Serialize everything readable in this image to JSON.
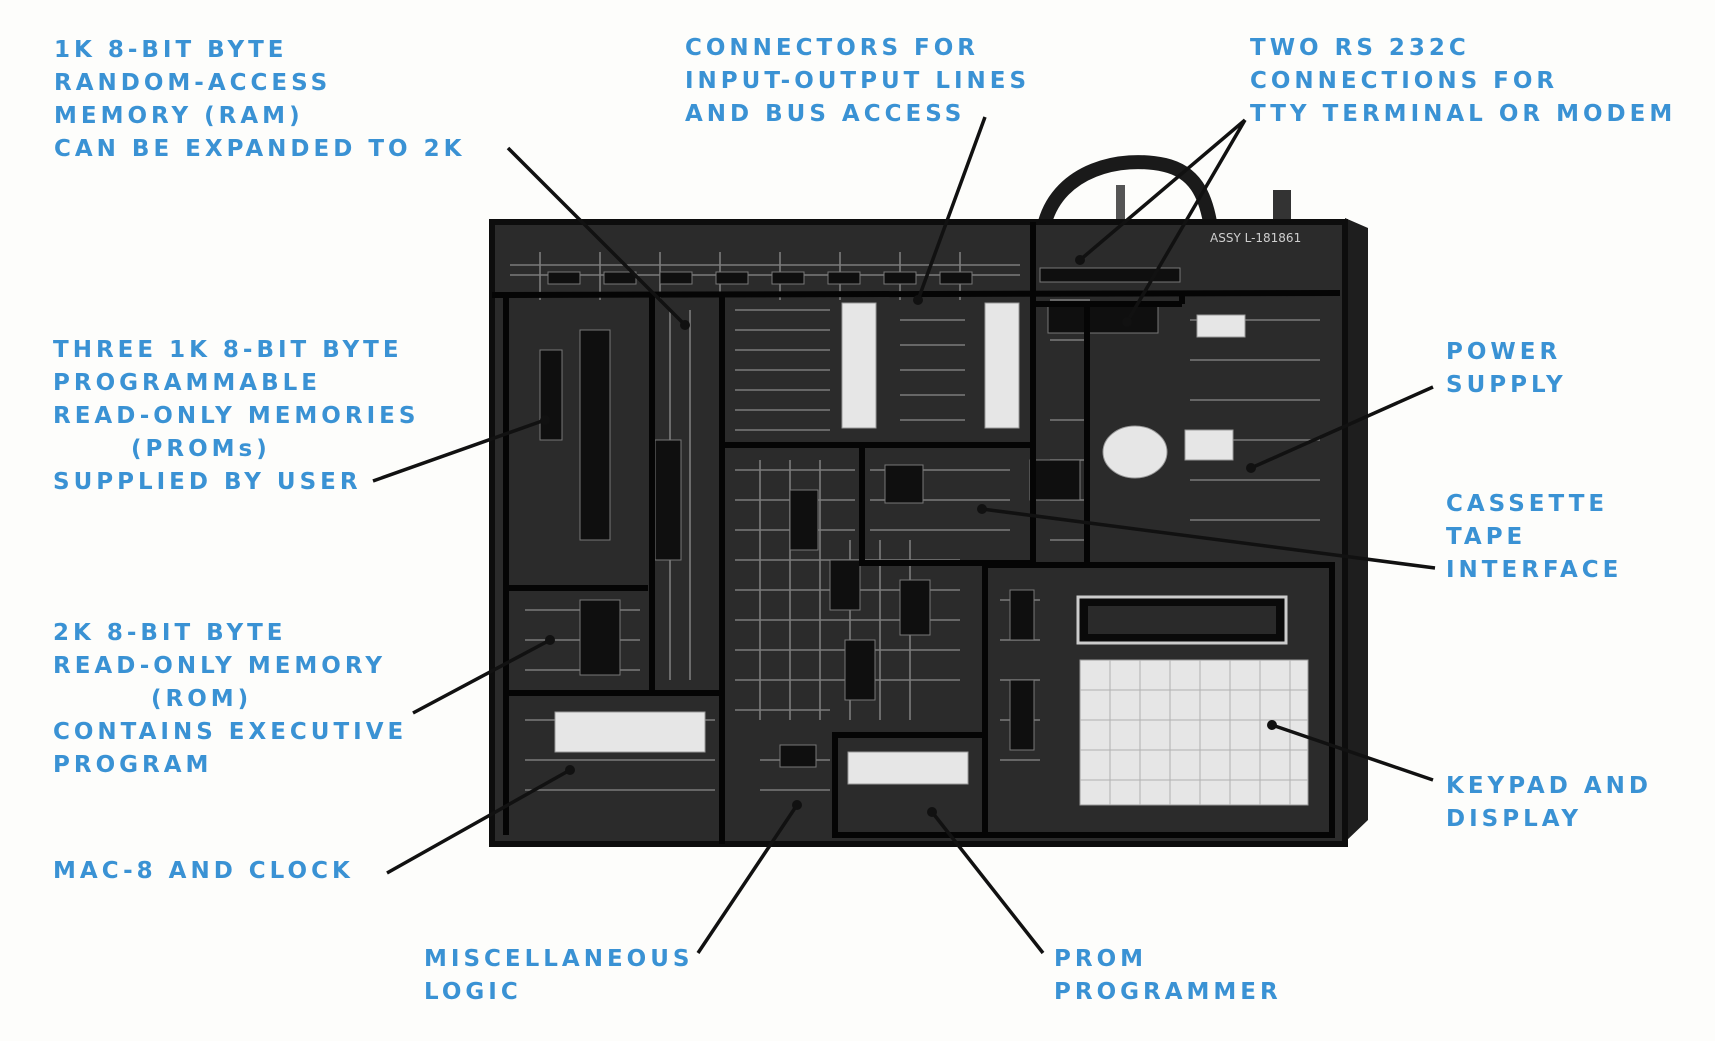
{
  "colors": {
    "label": "#3a92d4",
    "board": "#2b2b2b",
    "frame": "#0d0d0d",
    "leader": "#111111",
    "trace": "#8a8a8a",
    "chip": "#0f0f0f",
    "light": "#e6e6e6"
  },
  "board_marking": "ASSY L-181861",
  "labels": {
    "ram": [
      "1K 8-BIT BYTE",
      "RANDOM-ACCESS",
      "MEMORY (RAM)",
      "CAN BE EXPANDED TO 2K"
    ],
    "connectors": [
      "CONNECTORS FOR",
      "INPUT-OUTPUT LINES",
      "AND BUS ACCESS"
    ],
    "rs232": [
      "TWO RS 232C",
      "CONNECTIONS FOR",
      "TTY TERMINAL OR MODEM"
    ],
    "proms": [
      "THREE 1K 8-BIT BYTE",
      "PROGRAMMABLE",
      "READ-ONLY MEMORIES",
      "(PROMs)",
      "SUPPLIED BY USER"
    ],
    "rom": [
      "2K 8-BIT BYTE",
      "READ-ONLY MEMORY",
      "(ROM)",
      "CONTAINS EXECUTIVE",
      "PROGRAM"
    ],
    "mac8": [
      "MAC-8 AND CLOCK"
    ],
    "misc": [
      "MISCELLANEOUS",
      "LOGIC"
    ],
    "programmer": [
      "PROM",
      "PROGRAMMER"
    ],
    "power": [
      "POWER",
      "SUPPLY"
    ],
    "cassette": [
      "CASSETTE",
      "TAPE",
      "INTERFACE"
    ],
    "keypad": [
      "KEYPAD AND",
      "DISPLAY"
    ]
  }
}
